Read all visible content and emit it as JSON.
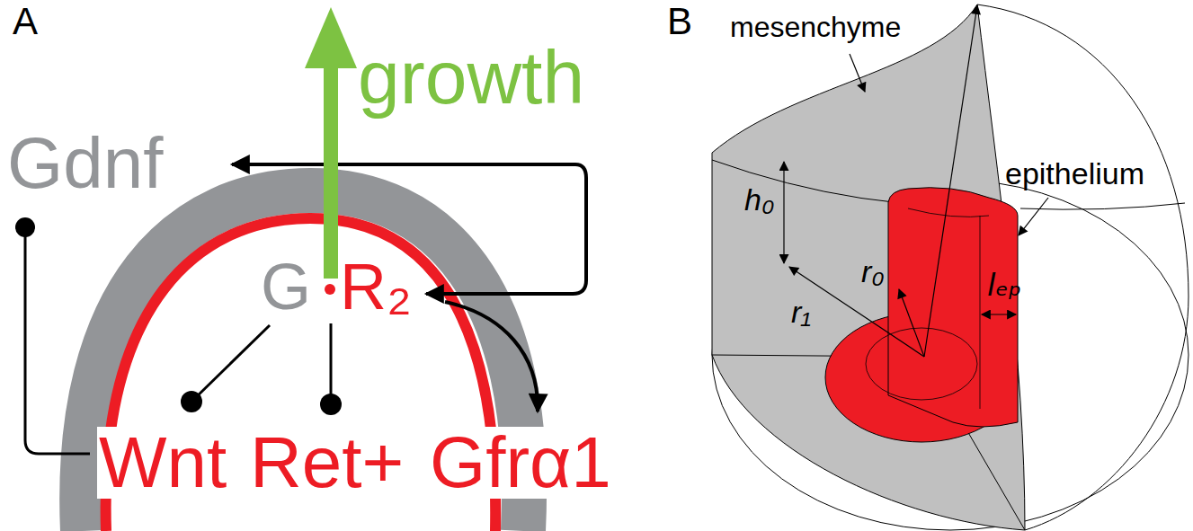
{
  "diagram": {
    "labels": [
      "A",
      "growth",
      "Gdnf",
      "G",
      "R₂",
      "Wnt",
      "Ret+",
      "Gfrα1",
      "B",
      "mesenchyme",
      "epithelium",
      "h₀",
      "r₁",
      "r₀",
      "lₑₚ"
    ]
  }
}
